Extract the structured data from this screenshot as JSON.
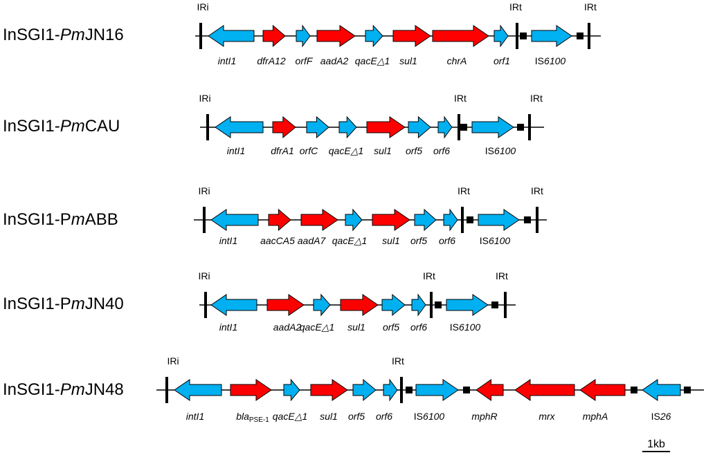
{
  "colors": {
    "red": "#ff0000",
    "blue": "#00b0f0",
    "line": "#000000"
  },
  "rows": [
    {
      "name": [
        "InSGI1-",
        "Pm",
        "JN16"
      ],
      "ir_labels": [
        "IRi",
        "IRt",
        "IRt"
      ],
      "genes": [
        {
          "t": "intI1"
        },
        {
          "t": "dfrA12"
        },
        {
          "t": "orfF"
        },
        {
          "t": "aadA2"
        },
        {
          "t": "qacE△1"
        },
        {
          "t": "sul1"
        },
        {
          "t": "chrA"
        },
        {
          "t": "orf1"
        },
        {
          "t": "IS",
          "i": "6100"
        }
      ]
    },
    {
      "name": [
        "InSGI1-",
        "Pm",
        "CAU"
      ],
      "ir_labels": [
        "IRi",
        "IRt",
        "IRt"
      ],
      "genes": [
        {
          "t": "intI1"
        },
        {
          "t": "dfrA1"
        },
        {
          "t": "orfC"
        },
        {
          "t": "qacE△1"
        },
        {
          "t": "sul1"
        },
        {
          "t": "orf5"
        },
        {
          "t": "orf6"
        },
        {
          "t": "IS",
          "i": "6100"
        }
      ]
    },
    {
      "name": [
        "InSGI1-P",
        "m",
        "ABB"
      ],
      "ir_labels": [
        "IRi",
        "IRt",
        "IRt"
      ],
      "genes": [
        {
          "t": "intI1"
        },
        {
          "t": "aacCA5"
        },
        {
          "t": "aadA7"
        },
        {
          "t": "qacE△1"
        },
        {
          "t": "sul1"
        },
        {
          "t": "orf5"
        },
        {
          "t": "orf6"
        },
        {
          "t": "IS",
          "i": "6100"
        }
      ]
    },
    {
      "name": [
        "InSGI1-P",
        "m",
        "JN40"
      ],
      "ir_labels": [
        "IRi",
        "IRt",
        "IRt"
      ],
      "genes": [
        {
          "t": "intI1"
        },
        {
          "t": "aadA2"
        },
        {
          "t": "qacE△1"
        },
        {
          "t": "sul1"
        },
        {
          "t": "orf5"
        },
        {
          "t": "orf6"
        },
        {
          "t": "IS",
          "i": "6100"
        }
      ]
    },
    {
      "name": [
        "InSGI1-",
        "Pm",
        "JN48"
      ],
      "ir_labels": [
        "IRi",
        "IRt"
      ],
      "genes": [
        {
          "t": "intI1"
        },
        {
          "t": "bla",
          "sub": "PSE-1"
        },
        {
          "t": "qacE△1"
        },
        {
          "t": "sul1"
        },
        {
          "t": "orf5"
        },
        {
          "t": "orf6"
        },
        {
          "t": "IS",
          "i": "6100"
        },
        {
          "t": "mphR"
        },
        {
          "t": "mrx"
        },
        {
          "t": "mphA"
        },
        {
          "t": "IS",
          "i": "26"
        }
      ]
    }
  ],
  "scale_bar": {
    "label": "1kb"
  }
}
